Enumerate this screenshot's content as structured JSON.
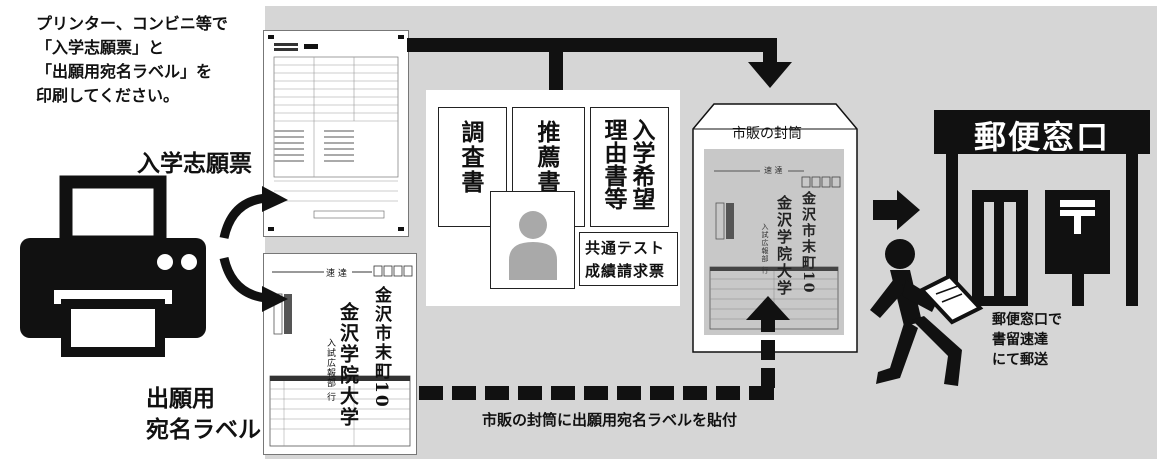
{
  "instruction_text": [
    "プリンター、コンビニ等で",
    "「入学志願票」と",
    "「出願用宛名ラベル」を",
    "印刷してください。"
  ],
  "application_form_label": "入学志願票",
  "address_label_caption": [
    "出願用",
    "宛名ラベル"
  ],
  "documents": {
    "survey": "調査書",
    "recommendation": "推薦書",
    "reasons": "入学希望理由書等",
    "test_request": [
      "共通テスト",
      "成績請求票"
    ]
  },
  "envelope_label": "市販の封筒",
  "post_office_sign": "郵便窓口",
  "mailing_text": [
    "郵便窓口で",
    "書留速達",
    "にて郵送"
  ],
  "paste_label_text": "市販の封筒に出願用宛名ラベルを貼付",
  "label_contents": {
    "address": "金沢市末町10",
    "university": "金沢学院大学",
    "office": "入試広報部 行",
    "stamp": "速 達"
  },
  "colors": {
    "arrow": "#111111",
    "background": "#d6d6d6",
    "photo": "#a9a9a9"
  }
}
